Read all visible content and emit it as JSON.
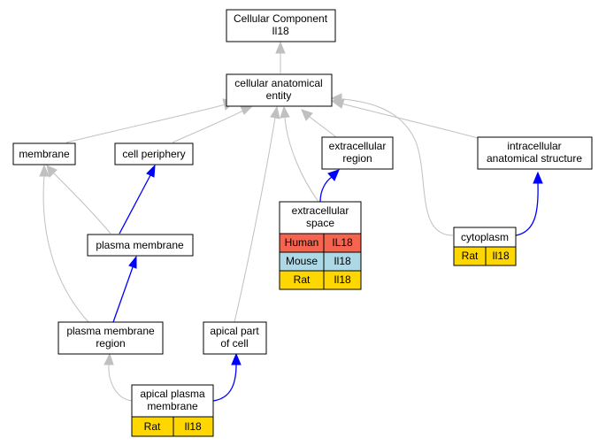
{
  "nodes": {
    "root": [
      "Cellular Component",
      "Il18"
    ],
    "anatomical": [
      "cellular anatomical",
      "entity"
    ],
    "membrane": [
      "membrane"
    ],
    "periphery": [
      "cell periphery"
    ],
    "extracellular_region": [
      "extracellular",
      "region"
    ],
    "intracellular": [
      "intracellular",
      "anatomical structure"
    ],
    "plasma_membrane": [
      "plasma membrane"
    ],
    "extracellular_space": [
      "extracellular",
      "space"
    ],
    "cytoplasm": [
      "cytoplasm"
    ],
    "pm_region": [
      "plasma membrane",
      "region"
    ],
    "apical_part": [
      "apical part",
      "of cell"
    ],
    "apical_pm": [
      "apical plasma",
      "membrane"
    ]
  },
  "annotations": {
    "extracellular_space": [
      {
        "species": "Human",
        "gene": "IL18"
      },
      {
        "species": "Mouse",
        "gene": "Il18"
      },
      {
        "species": "Rat",
        "gene": "Il18"
      }
    ],
    "cytoplasm": [
      {
        "species": "Rat",
        "gene": "Il18"
      }
    ],
    "apical_pm": [
      {
        "species": "Rat",
        "gene": "Il18"
      }
    ]
  },
  "colors": {
    "Human": "#f4644f",
    "Mouse": "#add8e6",
    "Rat": "#ffd700",
    "is_a_edge": "#c0c0c0",
    "part_of_edge": "#0000ff"
  }
}
